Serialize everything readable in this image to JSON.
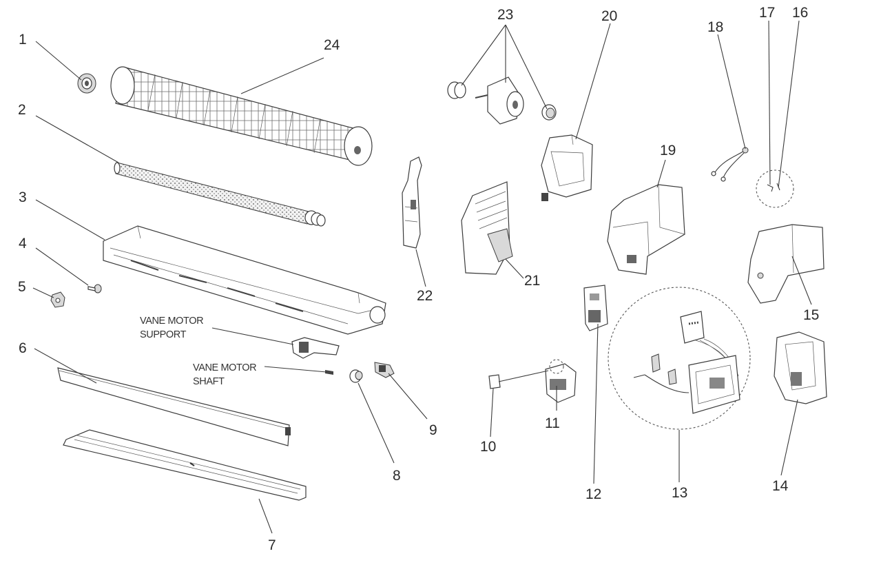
{
  "callouts": {
    "n1": "1",
    "n2": "2",
    "n3": "3",
    "n4": "4",
    "n5": "5",
    "n6": "6",
    "n7": "7",
    "n8": "8",
    "n9": "9",
    "n10": "10",
    "n11": "11",
    "n12": "12",
    "n13": "13",
    "n14": "14",
    "n15": "15",
    "n16": "16",
    "n17": "17",
    "n18": "18",
    "n19": "19",
    "n20": "20",
    "n21": "21",
    "n22": "22",
    "n23": "23",
    "n24": "24"
  },
  "labels": {
    "vane_motor_support_line1": "VANE MOTOR",
    "vane_motor_support_line2": "SUPPORT",
    "vane_motor_shaft_line1": "VANE MOTOR",
    "vane_motor_shaft_line2": "SHAFT"
  }
}
